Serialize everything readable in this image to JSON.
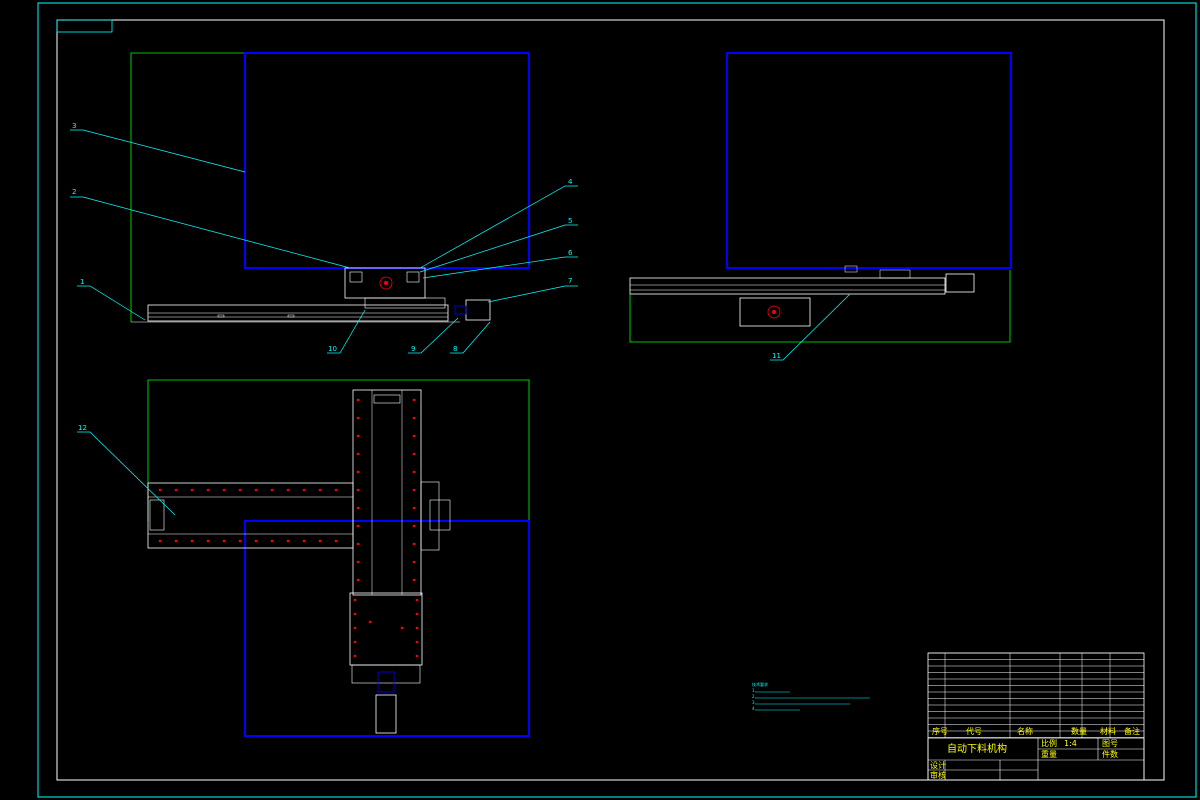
{
  "drawing": {
    "title": "自动下料机构",
    "part_labels": [
      "1",
      "2",
      "3",
      "4",
      "5",
      "6",
      "7",
      "8",
      "9",
      "10",
      "11",
      "12"
    ],
    "notes_title": "技术要求",
    "notes": [
      "1.",
      "2.",
      "3.",
      "4."
    ],
    "title_block": {
      "header": [
        "序号",
        "代号",
        "名称",
        "数量",
        "材料",
        "备注"
      ],
      "scale_label": "比例",
      "scale_value": "1:4",
      "qty_label": "件数",
      "weight_label": "重量",
      "sheet_label": "图号",
      "drawn_label": "设计",
      "checked_label": "审核"
    }
  },
  "colors": {
    "border": "#00ffff",
    "frame": "#ffffff",
    "blue": "#0000ff",
    "green": "#00ff00",
    "red": "#ff0000",
    "yellow": "#ffff00"
  }
}
